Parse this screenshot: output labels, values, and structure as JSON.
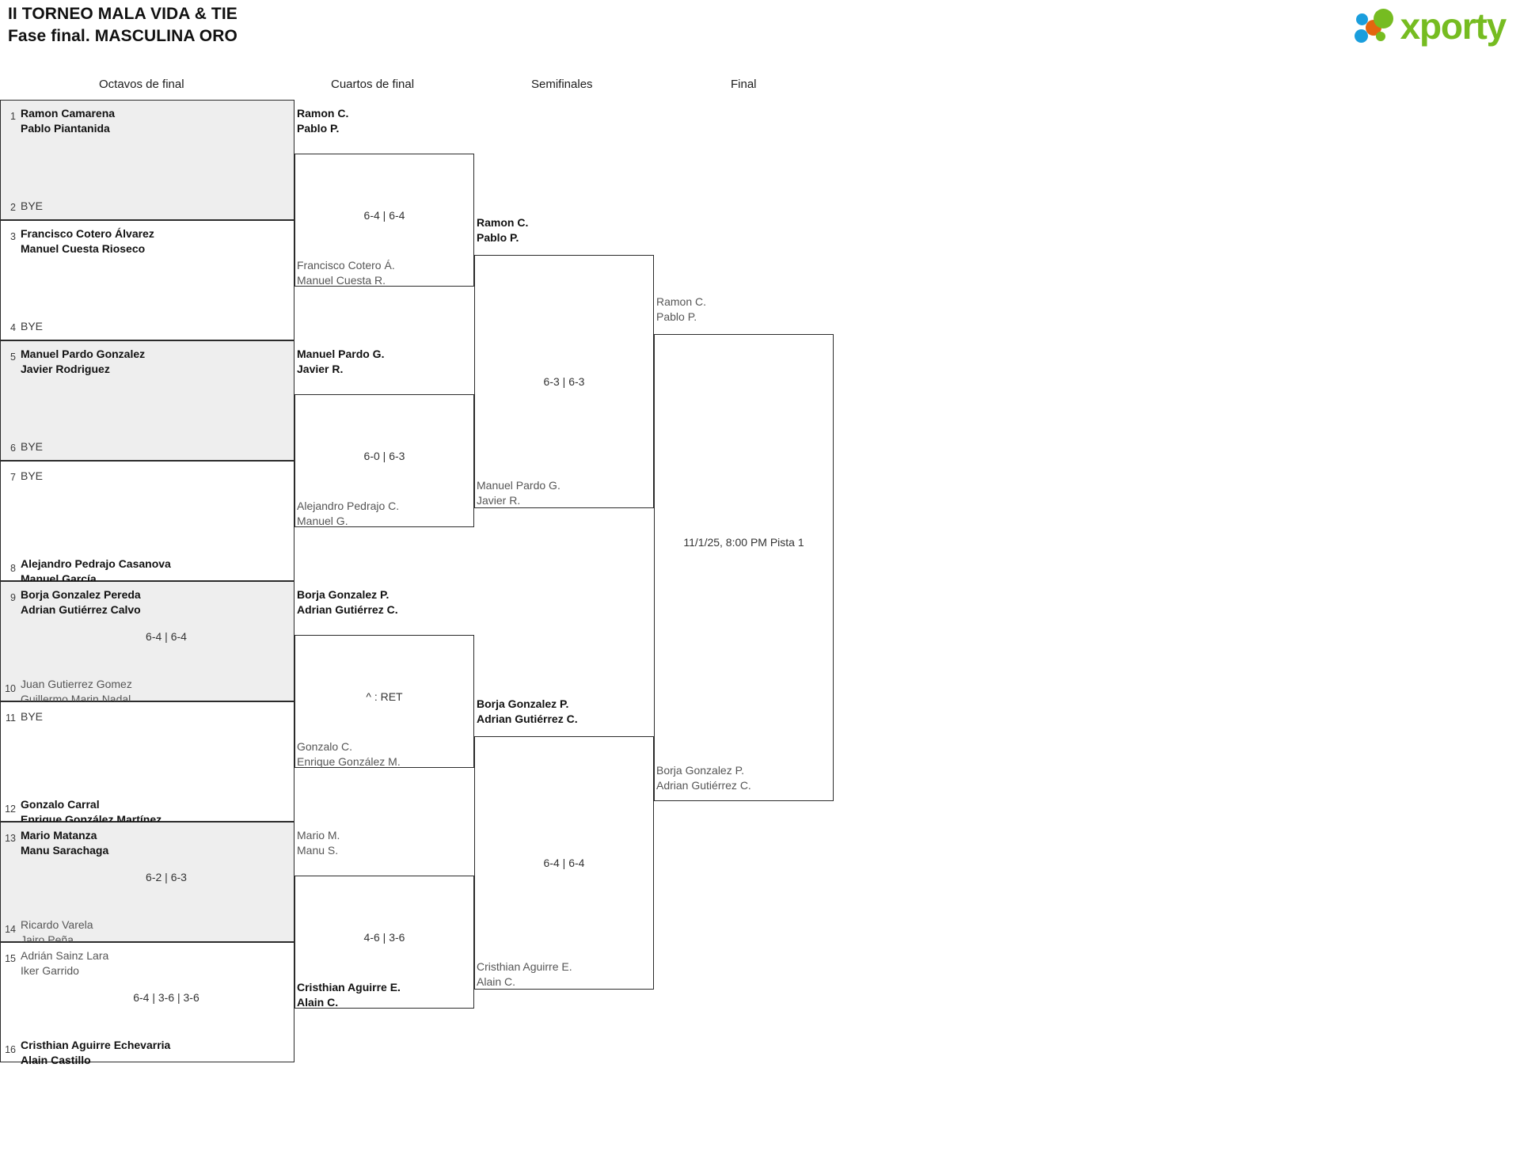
{
  "header": {
    "title_line1": "II TORNEO MALA VIDA & TIE",
    "title_line2": "Fase final. MASCULINA ORO"
  },
  "logo": {
    "wordmark": "xporty"
  },
  "rounds": [
    {
      "label": "Octavos de final"
    },
    {
      "label": "Cuartos de final"
    },
    {
      "label": "Semifinales"
    },
    {
      "label": "Final"
    }
  ],
  "r16": {
    "slots": [
      {
        "seed": "1",
        "p1": "Ramon Camarena",
        "p2": "Pablo Piantanida",
        "bye": false,
        "winner": true
      },
      {
        "seed": "2",
        "bye": true,
        "bye_label": "BYE"
      },
      {
        "seed": "3",
        "p1": "Francisco Cotero Álvarez",
        "p2": "Manuel Cuesta Rioseco",
        "bye": false,
        "winner": true
      },
      {
        "seed": "4",
        "bye": true,
        "bye_label": "BYE"
      },
      {
        "seed": "5",
        "p1": "Manuel Pardo Gonzalez",
        "p2": "Javier Rodriguez",
        "bye": false,
        "winner": true
      },
      {
        "seed": "6",
        "bye": true,
        "bye_label": "BYE"
      },
      {
        "seed": "7",
        "bye": true,
        "bye_label": "BYE"
      },
      {
        "seed": "8",
        "p1": "Alejandro Pedrajo Casanova",
        "p2": "Manuel García",
        "bye": false,
        "winner": true
      },
      {
        "seed": "9",
        "p1": "Borja Gonzalez Pereda",
        "p2": "Adrian Gutiérrez Calvo",
        "bye": false,
        "winner": true
      },
      {
        "seed": "10",
        "p1": "Juan Gutierrez Gomez",
        "p2": "Guillermo Marin Nadal",
        "bye": false,
        "winner": false
      },
      {
        "seed": "11",
        "bye": true,
        "bye_label": "BYE"
      },
      {
        "seed": "12",
        "p1": "Gonzalo Carral",
        "p2": "Enrique González Martínez",
        "bye": false,
        "winner": true
      },
      {
        "seed": "13",
        "p1": "Mario Matanza",
        "p2": "Manu Sarachaga",
        "bye": false,
        "winner": true
      },
      {
        "seed": "14",
        "p1": "Ricardo Varela",
        "p2": "Jairo Peña",
        "bye": false,
        "winner": false
      },
      {
        "seed": "15",
        "p1": "Adrián Sainz Lara",
        "p2": "Iker Garrido",
        "bye": false,
        "winner": false
      },
      {
        "seed": "16",
        "p1": "Cristhian Aguirre Echevarria",
        "p2": "Alain Castillo",
        "bye": false,
        "winner": true
      }
    ],
    "scores": [
      {
        "index": 4,
        "text": "6-4 | 6-4"
      },
      {
        "index": 6,
        "text": "6-2 | 6-3"
      },
      {
        "index": 7,
        "text": "6-4 | 3-6 | 3-6"
      }
    ]
  },
  "quarterfinals": {
    "matches": [
      {
        "top": {
          "p1": "Ramon C.",
          "p2": "Pablo P.",
          "winner": true
        },
        "bottom": {
          "p1": "Francisco Cotero Á.",
          "p2": "Manuel Cuesta R.",
          "winner": false
        },
        "score": "6-4 | 6-4"
      },
      {
        "top": {
          "p1": "Manuel Pardo G.",
          "p2": "Javier R.",
          "winner": true
        },
        "bottom": {
          "p1": "Alejandro Pedrajo C.",
          "p2": "Manuel G.",
          "winner": false
        },
        "score": "6-0 | 6-3"
      },
      {
        "top": {
          "p1": "Borja Gonzalez P.",
          "p2": "Adrian Gutiérrez C.",
          "winner": true
        },
        "bottom": {
          "p1": "Gonzalo C.",
          "p2": "Enrique González M.",
          "winner": false
        },
        "score": "^ : RET"
      },
      {
        "top": {
          "p1": "Mario M.",
          "p2": "Manu S.",
          "winner": false
        },
        "bottom": {
          "p1": "Cristhian Aguirre E.",
          "p2": "Alain C.",
          "winner": true
        },
        "score": "4-6 | 3-6"
      }
    ]
  },
  "semifinals": {
    "matches": [
      {
        "top": {
          "p1": "Ramon C.",
          "p2": "Pablo P.",
          "winner": true
        },
        "bottom": {
          "p1": "Manuel Pardo G.",
          "p2": "Javier R.",
          "winner": false
        },
        "score": "6-3 | 6-3"
      },
      {
        "top": {
          "p1": "Borja Gonzalez P.",
          "p2": "Adrian Gutiérrez C.",
          "winner": true
        },
        "bottom": {
          "p1": "Cristhian Aguirre E.",
          "p2": "Alain C.",
          "winner": false
        },
        "score": "6-4 | 6-4"
      }
    ]
  },
  "final": {
    "top": {
      "p1": "Ramon C.",
      "p2": "Pablo P.",
      "winner": false
    },
    "bottom": {
      "p1": "Borja Gonzalez P.",
      "p2": "Adrian Gutiérrez C.",
      "winner": false
    },
    "schedule": "11/1/25, 8:00 PM Pista 1"
  }
}
